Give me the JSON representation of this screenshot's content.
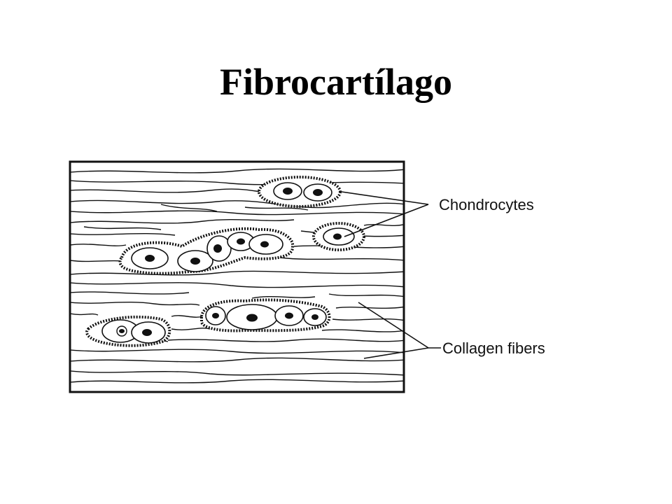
{
  "slide": {
    "title": "Fibrocartílago"
  },
  "diagram": {
    "labels": {
      "chondrocytes": "Chondrocytes",
      "collagen_fibers": "Collagen fibers"
    },
    "colors": {
      "ink": "#111111",
      "background": "#ffffff"
    }
  }
}
